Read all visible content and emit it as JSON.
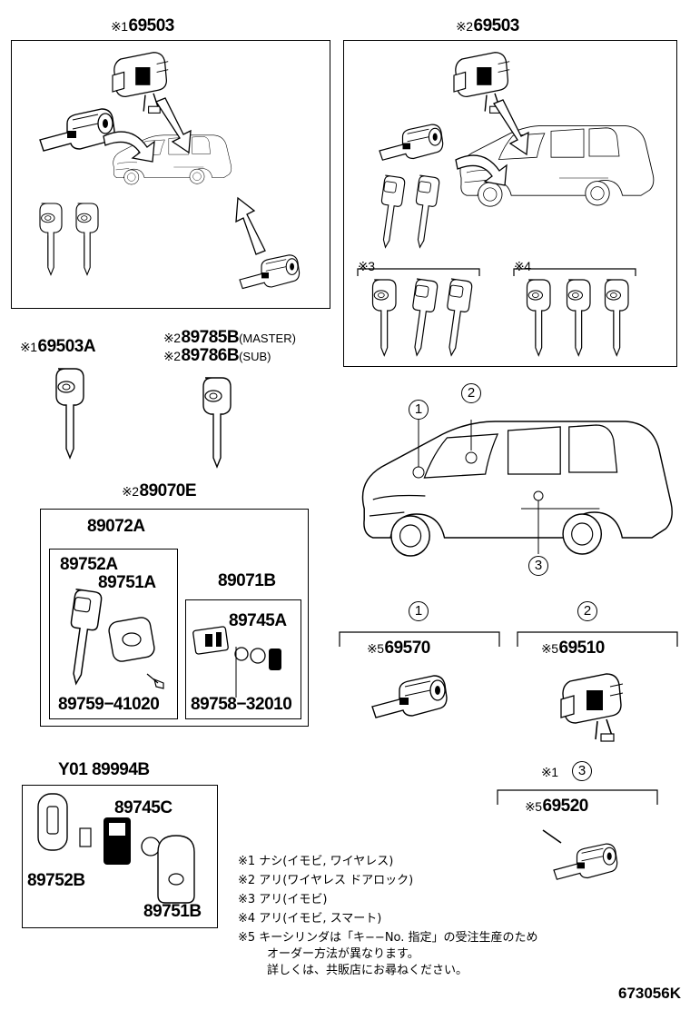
{
  "diagram": {
    "catalog_code": "673056K",
    "groups": {
      "top_left": {
        "mark": "※1",
        "part": "69503"
      },
      "top_right": {
        "mark": "※2",
        "part": "69503",
        "sub_marks": [
          "※3",
          "※4"
        ]
      },
      "key_69503a": {
        "mark": "※1",
        "part": "69503A"
      },
      "key_89785b": {
        "mark": "※2",
        "part": "89785B",
        "suffix": "(MASTER)"
      },
      "key_89786b": {
        "mark": "※2",
        "part": "89786B",
        "suffix": "(SUB)"
      },
      "transmitter_89070e": {
        "mark": "※2",
        "part": "89070E"
      },
      "set_89072a": {
        "part": "89072A",
        "items": [
          "89752A",
          "89751A",
          "89759−41020"
        ]
      },
      "set_89071b": {
        "part": "89071B",
        "items": [
          "89745A",
          "89758−32010"
        ]
      },
      "smart_key": {
        "prefix": "Y01",
        "part": "89994B",
        "items": [
          "89745C",
          "89752B",
          "89751B"
        ]
      },
      "cyl_1": {
        "num": "1",
        "mark": "※5",
        "part": "69570"
      },
      "cyl_2": {
        "num": "2",
        "mark": "※5",
        "part": "69510"
      },
      "cyl_3": {
        "num": "3",
        "mark1": "※1",
        "mark": "※5",
        "part": "69520"
      },
      "car_callouts": [
        "1",
        "2",
        "3"
      ]
    },
    "notes": [
      "※1 ナシ(イモビ, ワイヤレス)",
      "※2 アリ(ワイヤレス ドアロック)",
      "※3 アリ(イモビ)",
      "※4 アリ(イモビ, スマート)",
      "※5 キーシリンダは「キ−−No. 指定」の受注生産のため",
      "オーダー方法が異なります。",
      "詳しくは、共販店にお尋ねください。"
    ]
  }
}
